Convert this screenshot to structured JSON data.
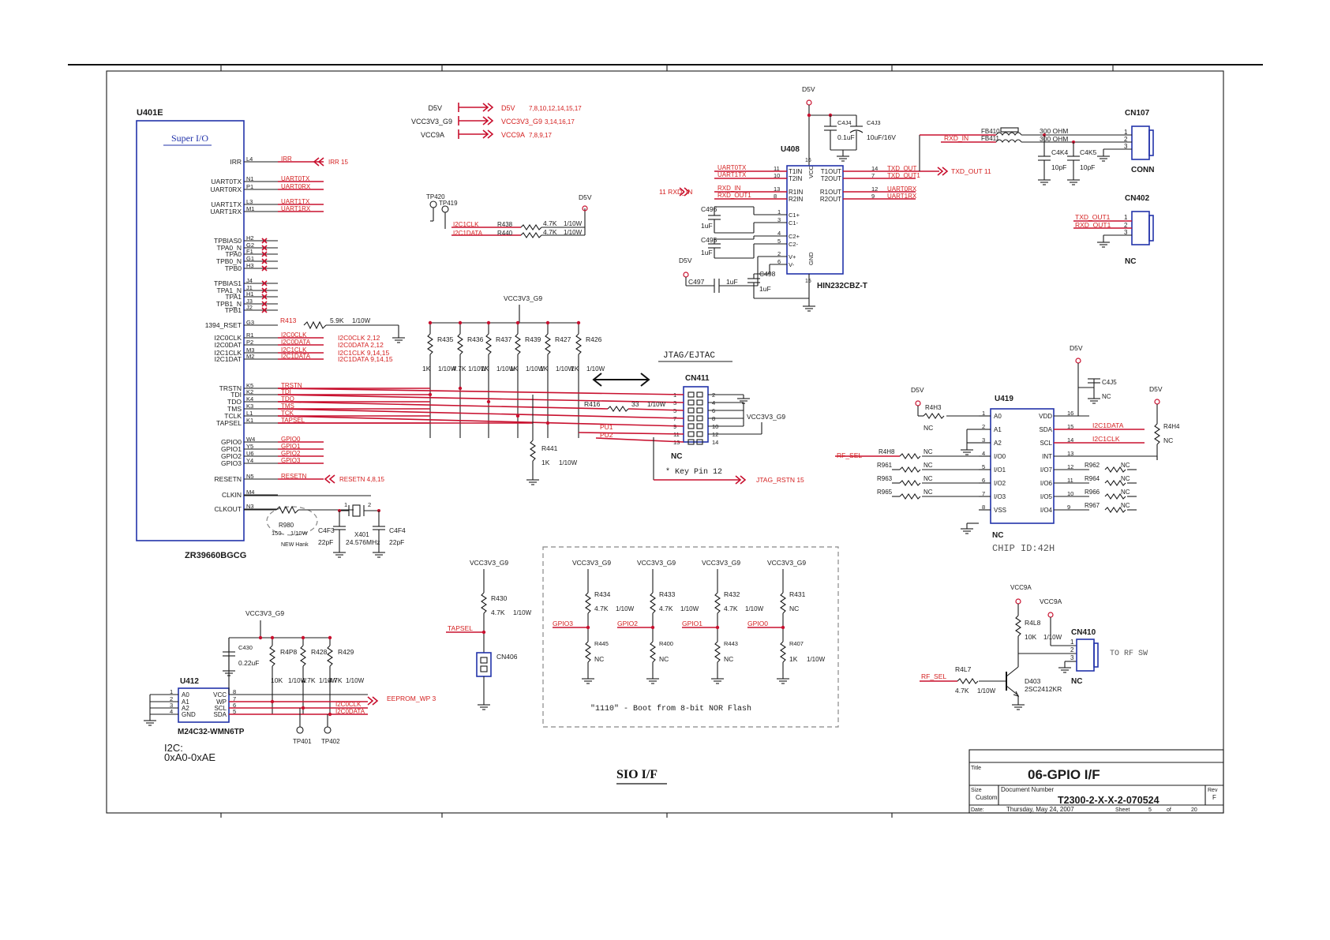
{
  "sheet": {
    "title_label": "Title",
    "title": "06-GPIO I/F",
    "size_label": "Size",
    "size": "Custom",
    "docnum_label": "Document Number",
    "docnum": "T2300-2-X-X-2-070524",
    "rev_label": "Rev",
    "rev": "F",
    "date_label": "Date:",
    "date": "Thursday, May 24, 2007",
    "sheet_label": "Sheet",
    "sheet_no": "5",
    "of_label": "of",
    "sheet_total": "20",
    "caption": "SIO I/F"
  },
  "power": {
    "rows": [
      {
        "name": "D5V",
        "net": "D5V",
        "pages": "7,8,10,12,14,15,17"
      },
      {
        "name": "VCC3V3_G9",
        "net": "VCC3V3_G9",
        "pages": "3,14,16,17"
      },
      {
        "name": "VCC9A",
        "net": "VCC9A",
        "pages": "7,8,9,17"
      }
    ]
  },
  "u401": {
    "ref": "U401E",
    "func": "Super I/O",
    "part": "ZR39660BGCG",
    "pins": [
      {
        "name": "IRR",
        "ball": "L4",
        "net": "IRR",
        "xref": "IRR    15"
      },
      {
        "name": "UART0TX",
        "ball": "N1",
        "net": "UART0TX",
        "xref": ""
      },
      {
        "name": "UART0RX",
        "ball": "P1",
        "net": "UART0RX",
        "xref": ""
      },
      {
        "name": "UART1TX",
        "ball": "L3",
        "net": "UART1TX",
        "xref": ""
      },
      {
        "name": "UART1RX",
        "ball": "M1",
        "net": "UART1RX",
        "xref": ""
      },
      {
        "name": "TPBIAS0",
        "ball": "H2",
        "net": "",
        "xref": ""
      },
      {
        "name": "TPA0_N",
        "ball": "G2",
        "net": "",
        "xref": ""
      },
      {
        "name": "TPA0",
        "ball": "F1",
        "net": "",
        "xref": ""
      },
      {
        "name": "TPB0_N",
        "ball": "G1",
        "net": "",
        "xref": ""
      },
      {
        "name": "TPB0",
        "ball": "H3",
        "net": "",
        "xref": ""
      },
      {
        "name": "TPBIAS1",
        "ball": "J4",
        "net": "",
        "xref": ""
      },
      {
        "name": "TPA1_N",
        "ball": "J1",
        "net": "",
        "xref": ""
      },
      {
        "name": "TPA1",
        "ball": "H1",
        "net": "",
        "xref": ""
      },
      {
        "name": "TPB1_N",
        "ball": "J3",
        "net": "",
        "xref": ""
      },
      {
        "name": "TPB1",
        "ball": "J2",
        "net": "",
        "xref": ""
      },
      {
        "name": "1394_RSET",
        "ball": "G3",
        "net": "",
        "xref": ""
      },
      {
        "name": "I2C0CLK",
        "ball": "R1",
        "net": "I2C0CLK",
        "xref": "I2C0CLK  2,12"
      },
      {
        "name": "I2C0DAT",
        "ball": "P2",
        "net": "I2C0DATA",
        "xref": "I2C0DATA  2,12"
      },
      {
        "name": "I2C1CLK",
        "ball": "M3",
        "net": "I2C1CLK",
        "xref": "I2C1CLK  9,14,15"
      },
      {
        "name": "I2C1DAT",
        "ball": "M2",
        "net": "I2C1DATA",
        "xref": "I2C1DATA  9,14,15"
      },
      {
        "name": "TRSTN",
        "ball": "K5",
        "net": "TRSTN",
        "xref": ""
      },
      {
        "name": "TDI",
        "ball": "K2",
        "net": "TDI",
        "xref": ""
      },
      {
        "name": "TDO",
        "ball": "K4",
        "net": "TDO",
        "xref": ""
      },
      {
        "name": "TMS",
        "ball": "K3",
        "net": "TMS",
        "xref": ""
      },
      {
        "name": "TCLK",
        "ball": "L1",
        "net": "TCK",
        "xref": ""
      },
      {
        "name": "TAPSEL",
        "ball": "K1",
        "net": "TAPSEL",
        "xref": ""
      },
      {
        "name": "GPIO0",
        "ball": "W4",
        "net": "GPIO0",
        "xref": ""
      },
      {
        "name": "GPIO1",
        "ball": "Y5",
        "net": "GPIO1",
        "xref": ""
      },
      {
        "name": "GPIO2",
        "ball": "U6",
        "net": "GPIO2",
        "xref": ""
      },
      {
        "name": "GPIO3",
        "ball": "Y4",
        "net": "GPIO3",
        "xref": ""
      },
      {
        "name": "RESETN",
        "ball": "N5",
        "net": "RESETN",
        "xref": "RESETN  4,8,15"
      },
      {
        "name": "CLKIN",
        "ball": "M4",
        "net": "",
        "xref": ""
      },
      {
        "name": "CLKOUT",
        "ball": "N3",
        "net": "",
        "xref": ""
      }
    ],
    "r413": {
      "ref": "R413",
      "val": "5.9K",
      "tol": "1/10W"
    },
    "r980": {
      "ref": "R980",
      "val": "150",
      "tol": "1/10W",
      "note": "NEW Hank"
    },
    "c4f3": {
      "ref": "C4F3",
      "val": "22pF"
    },
    "c4f4": {
      "ref": "C4F4",
      "val": "22pF"
    },
    "x401": {
      "ref": "X401",
      "val": "24.576MHz"
    }
  },
  "u408": {
    "ref": "U408",
    "part": "HIN232CBZ-T",
    "pwr": "D5V",
    "left_pins": [
      {
        "net": "UART0TX",
        "num": "11",
        "name": "T1IN"
      },
      {
        "net": "UART1TX",
        "num": "10",
        "name": "T2IN"
      },
      {
        "net": "RXD_IN",
        "num": "13",
        "name": "R1IN"
      },
      {
        "net": "RXD_OUT1",
        "num": "8",
        "name": "R2IN"
      }
    ],
    "right_pins": [
      {
        "num": "14",
        "name": "T1OUT",
        "net": "TXD_OUT"
      },
      {
        "num": "7",
        "name": "T2OUT",
        "net": "TXD_OUT1"
      },
      {
        "num": "12",
        "name": "R1OUT",
        "net": "UART0RX"
      },
      {
        "num": "9",
        "name": "R2OUT",
        "net": "UART1RX"
      }
    ],
    "cap_pins": [
      {
        "num": "1",
        "name": "C1+"
      },
      {
        "num": "3",
        "name": "C1-"
      },
      {
        "num": "4",
        "name": "C2+"
      },
      {
        "num": "5",
        "name": "C2-"
      },
      {
        "num": "2",
        "name": "V+"
      },
      {
        "num": "6",
        "name": "V-"
      }
    ],
    "vcc": "VCC",
    "gnd": "GND",
    "vcc_pin": "16",
    "gnd_pin": "15",
    "c4j4": {
      "ref": "C4J4",
      "val": "0.1uF"
    },
    "c4j3": {
      "ref": "C4J3",
      "val": "10uF/16V"
    },
    "c496": {
      "ref": "C496",
      "val": "1uF"
    },
    "c495": {
      "ref": "C495",
      "val": "1uF"
    },
    "c497": {
      "ref": "C497",
      "val": "1uF"
    },
    "c498": {
      "ref": "C498",
      "val": "1uF"
    },
    "rxd_in_xref": "11  RXD_IN",
    "txd_out_xref": "TXD_OUT  11",
    "d5v_label": "D5V"
  },
  "cn107": {
    "ref": "CN107",
    "part": "CONN",
    "fb1": {
      "ref": "FB410",
      "val": "300 OHM"
    },
    "fb2": {
      "ref": "FB411",
      "val": "300 OHM"
    },
    "rxd": "RXD_IN",
    "c4k4": {
      "ref": "C4K4",
      "val": "10pF"
    },
    "c4k5": {
      "ref": "C4K5",
      "val": "10pF"
    },
    "pins": [
      "1",
      "2",
      "3"
    ]
  },
  "cn402": {
    "ref": "CN402",
    "nc": "NC",
    "nets": [
      "TXD_OUT1",
      "RXD_OUT1"
    ],
    "pins": [
      "1",
      "2",
      "3"
    ]
  },
  "tp": {
    "tp420": "TP420",
    "tp419": "TP419",
    "d5v": "D5V",
    "r438": {
      "ref": "R438",
      "val": "4.7K",
      "tol": "1/10W",
      "net": "I2C1CLK"
    },
    "r440": {
      "ref": "R440",
      "val": "4.7K",
      "tol": "1/10W",
      "net": "I2C1DATA"
    }
  },
  "jtag": {
    "vcc": "VCC3V3_G9",
    "pullups": [
      {
        "ref": "R435",
        "val": "1K",
        "tol": "1/10W"
      },
      {
        "ref": "R436",
        "val": "4.7K",
        "tol": "1/10W"
      },
      {
        "ref": "R437",
        "val": "1K",
        "tol": "1/10W"
      },
      {
        "ref": "R439",
        "val": "1K",
        "tol": "1/10W"
      },
      {
        "ref": "R427",
        "val": "1K",
        "tol": "1/10W"
      },
      {
        "ref": "R426",
        "val": "1K",
        "tol": "1/10W"
      }
    ],
    "title": "JTAG/EJTAC",
    "cn": "CN411",
    "nc": "NC",
    "pins_odd": [
      "1",
      "3",
      "5",
      "7",
      "9",
      "11",
      "13"
    ],
    "pins_even": [
      "2",
      "4",
      "6",
      "8",
      "10",
      "12",
      "14"
    ],
    "r416": {
      "ref": "R416",
      "val": "33",
      "tol": "1/10W"
    },
    "r441": {
      "ref": "R441",
      "val": "1K",
      "tol": "1/10W"
    },
    "pu1": "PU1",
    "pu2": "PU2",
    "keypin": "* Key Pin 12",
    "rstn": "JTAG_RSTN  15",
    "vcc2": "VCC3V3_G9"
  },
  "u419": {
    "ref": "U419",
    "nc": "NC",
    "chipid": "CHIP ID:42H",
    "left": [
      {
        "num": "1",
        "name": "A0"
      },
      {
        "num": "2",
        "name": "A1"
      },
      {
        "num": "3",
        "name": "A2"
      },
      {
        "num": "4",
        "name": "I/O0"
      },
      {
        "num": "5",
        "name": "I/O1"
      },
      {
        "num": "6",
        "name": "I/O2"
      },
      {
        "num": "7",
        "name": "I/O3"
      },
      {
        "num": "8",
        "name": "VSS"
      }
    ],
    "right": [
      {
        "num": "16",
        "name": "VDD"
      },
      {
        "num": "15",
        "name": "SDA"
      },
      {
        "num": "14",
        "name": "SCL"
      },
      {
        "num": "13",
        "name": "INT"
      },
      {
        "num": "12",
        "name": "I/O7"
      },
      {
        "num": "11",
        "name": "I/O6"
      },
      {
        "num": "10",
        "name": "I/O5"
      },
      {
        "num": "9",
        "name": "I/O4"
      }
    ],
    "sda": "I2C1DATA",
    "scl": "I2C1CLK",
    "rf_sel": "RF_SEL",
    "d5v": "D5V",
    "r4h3": "R4H3",
    "r4h4": "R4H4",
    "r4h8": "R4H8",
    "c4j5": "C4J5",
    "r961": "R961",
    "r963": "R963",
    "r965": "R965",
    "r962": "R962",
    "r964": "R964",
    "r966": "R966",
    "r967": "R967",
    "nc_val": "NC"
  },
  "boot": {
    "vcc": "VCC3V3_G9",
    "r430": {
      "ref": "R430",
      "val": "4.7K",
      "tol": "1/10W"
    },
    "tapsel": "TAPSEL",
    "cn406": "CN406",
    "cols": [
      {
        "vcc": "VCC3V3_G9",
        "rup": "R434",
        "vup": "4.7K",
        "tup": "1/10W",
        "gpio": "GPIO3",
        "rdn": "R445",
        "vdn": "NC",
        "tdn": ""
      },
      {
        "vcc": "VCC3V3_G9",
        "rup": "R433",
        "vup": "4.7K",
        "tup": "1/10W",
        "gpio": "GPIO2",
        "rdn": "R400",
        "vdn": "NC",
        "tdn": ""
      },
      {
        "vcc": "VCC3V3_G9",
        "rup": "R432",
        "vup": "4.7K",
        "tup": "1/10W",
        "gpio": "GPIO1",
        "rdn": "R443",
        "vdn": "NC",
        "tdn": ""
      },
      {
        "vcc": "VCC3V3_G9",
        "rup": "R431",
        "vup": "NC",
        "tup": "",
        "gpio": "GPIO0",
        "rdn": "R407",
        "vdn": "1K",
        "tdn": "1/10W"
      }
    ],
    "note": "\"1110\" - Boot from 8-bit NOR Flash"
  },
  "u412": {
    "ref": "U412",
    "part": "M24C32-WMN6TP",
    "vcc": "VCC3V3_G9",
    "left": [
      {
        "num": "1",
        "name": "A0"
      },
      {
        "num": "2",
        "name": "A1"
      },
      {
        "num": "3",
        "name": "A2"
      },
      {
        "num": "4",
        "name": "GND"
      }
    ],
    "right": [
      {
        "num": "8",
        "name": "VCC"
      },
      {
        "num": "7",
        "name": "WP"
      },
      {
        "num": "6",
        "name": "SCL"
      },
      {
        "num": "5",
        "name": "SDA"
      }
    ],
    "c430": {
      "ref": "C430",
      "val": "0.22uF"
    },
    "r4p8": {
      "ref": "R4P8",
      "val": "10K",
      "tol": "1/10W"
    },
    "r428": {
      "ref": "R428",
      "val": "4.7K",
      "tol": "1/10W"
    },
    "r429": {
      "ref": "R429",
      "val": "4.7K",
      "tol": "1/10W"
    },
    "wp": "EEPROM_WP  3",
    "scl": "I2C0CLK",
    "sda": "I2C0DATA",
    "tp401": "TP401",
    "tp402": "TP402",
    "i2c1": "I2C:",
    "i2c2": "0xA0-0xAE"
  },
  "cn410": {
    "ref": "CN410",
    "nc": "NC",
    "vcc": "VCC9A",
    "vcc2": "VCC9A",
    "r4l8": {
      "ref": "R4L8",
      "val": "10K",
      "tol": "1/10W"
    },
    "r4l7": {
      "ref": "R4L7",
      "val": "4.7K",
      "tol": "1/10W"
    },
    "q": {
      "ref": "D403",
      "part": "2SC2412KR"
    },
    "rf_sel": "RF_SEL",
    "to": "TO RF SW",
    "pins": [
      "1",
      "2",
      "3"
    ]
  }
}
